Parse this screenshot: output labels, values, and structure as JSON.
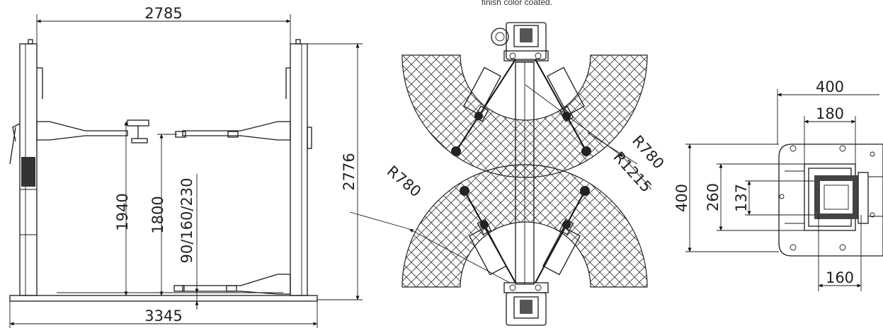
{
  "caption": "finish color coated.",
  "front_view": {
    "width_top": "2785",
    "width_base": "3345",
    "height_arm": "1940",
    "height_lift": "1800",
    "pad_heights": "90/160/230",
    "total_height": "2776"
  },
  "top_view": {
    "radius_upper": "R780",
    "radius_outer": "R1215",
    "radius_lower": "R780"
  },
  "base_plate": {
    "outer_width": "400",
    "inner_width": "180",
    "outer_height": "400",
    "mid_height": "260",
    "inner_height": "137",
    "bottom_width": "160"
  }
}
